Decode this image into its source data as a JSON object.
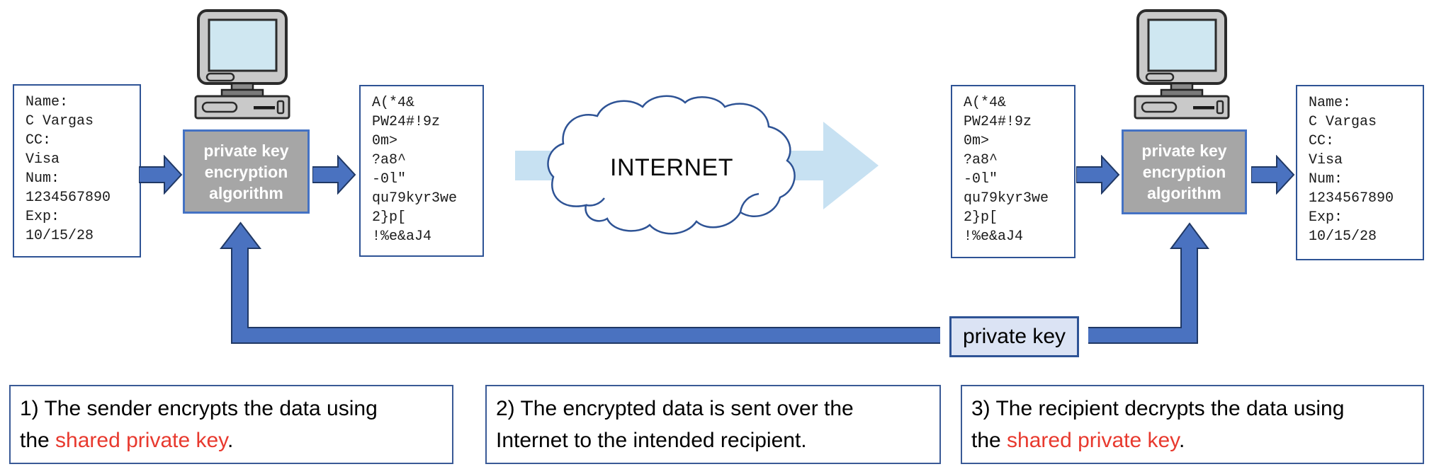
{
  "sender": {
    "plaintext": "Name:\nC Vargas\nCC:\nVisa\nNum:\n1234567890\nExp:\n10/15/28",
    "algorithm_label": "private key\nencryption\nalgorithm",
    "ciphertext": "A(*4&\nPW24#!9z\n0m>\n?a8^\n-0l\"\nqu79kyr3we\n2}p[\n!%e&aJ4"
  },
  "network": {
    "cloud_label": "INTERNET"
  },
  "recipient": {
    "ciphertext": "A(*4&\nPW24#!9z\n0m>\n?a8^\n-0l\"\nqu79kyr3we\n2}p[\n!%e&aJ4",
    "algorithm_label": "private key\nencryption\nalgorithm",
    "plaintext": "Name:\nC Vargas\nCC:\nVisa\nNum:\n1234567890\nExp:\n10/15/28"
  },
  "shared_key": {
    "label": "private key"
  },
  "captions": [
    {
      "line1": "1) The sender encrypts the data using",
      "line2_pre": "the ",
      "line2_highlight": "shared private key",
      "line2_post": "."
    },
    {
      "line1": "2) The encrypted data is sent over the",
      "line2_pre": "Internet to the intended recipient.",
      "line2_highlight": "",
      "line2_post": ""
    },
    {
      "line1": "3) The recipient decrypts the data using",
      "line2_pre": "the ",
      "line2_highlight": "shared private key",
      "line2_post": "."
    }
  ],
  "colors": {
    "arrow_blue": "#4a72c0",
    "arrow_outline": "#203864",
    "light_blue": "#c7e1f2",
    "box_border_blue": "#2e5395",
    "gray_box_fill": "#a6a6a6",
    "gray_box_border": "#4472c4",
    "key_box_fill": "#dbe3f4",
    "highlight_red": "#e8392e"
  }
}
